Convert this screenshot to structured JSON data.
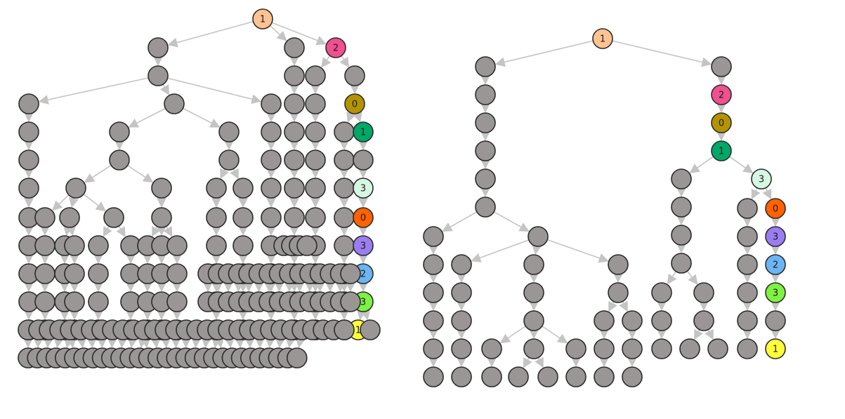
{
  "colors": {
    "default_node": "#9a9696",
    "edge": "#c4c4c4",
    "label_1_top": "#ffc392",
    "label_2": "#f0508e",
    "label_0_olive": "#b39400",
    "label_1_green": "#00a868",
    "label_3_mint": "#d6f7e4",
    "label_0_orange": "#ff6200",
    "label_3_purple": "#9b7df2",
    "label_2_blue": "#6bb6f2",
    "label_3_lime": "#7ef242",
    "label_1_yellow": "#ffff3a"
  },
  "trees": {
    "left": {
      "labeled_nodes": [
        {
          "id": "L-root",
          "label": "1",
          "color_key": "label_1_top"
        },
        {
          "id": "L-2",
          "label": "2",
          "color_key": "label_2"
        },
        {
          "id": "L-0a",
          "label": "0",
          "color_key": "label_0_olive"
        },
        {
          "id": "L-1b",
          "label": "1",
          "color_key": "label_1_green"
        },
        {
          "id": "L-3a",
          "label": "3",
          "color_key": "label_3_mint"
        },
        {
          "id": "L-0b",
          "label": "0",
          "color_key": "label_0_orange"
        },
        {
          "id": "L-3b",
          "label": "3",
          "color_key": "label_3_purple"
        },
        {
          "id": "L-2b",
          "label": "2",
          "color_key": "label_2_blue"
        },
        {
          "id": "L-3c",
          "label": "3",
          "color_key": "label_3_lime"
        },
        {
          "id": "L-1c",
          "label": "1",
          "color_key": "label_1_yellow"
        }
      ]
    },
    "right": {
      "labeled_nodes": [
        {
          "id": "R-root",
          "label": "1",
          "color_key": "label_1_top"
        },
        {
          "id": "R-2",
          "label": "2",
          "color_key": "label_2"
        },
        {
          "id": "R-0a",
          "label": "0",
          "color_key": "label_0_olive"
        },
        {
          "id": "R-1b",
          "label": "1",
          "color_key": "label_1_green"
        },
        {
          "id": "R-3a",
          "label": "3",
          "color_key": "label_3_mint"
        },
        {
          "id": "R-0b",
          "label": "0",
          "color_key": "label_0_orange"
        },
        {
          "id": "R-3b",
          "label": "3",
          "color_key": "label_3_purple"
        },
        {
          "id": "R-2b",
          "label": "2",
          "color_key": "label_2_blue"
        },
        {
          "id": "R-3c",
          "label": "3",
          "color_key": "label_3_lime"
        },
        {
          "id": "R-1c",
          "label": "1",
          "color_key": "label_1_yellow"
        }
      ]
    }
  }
}
